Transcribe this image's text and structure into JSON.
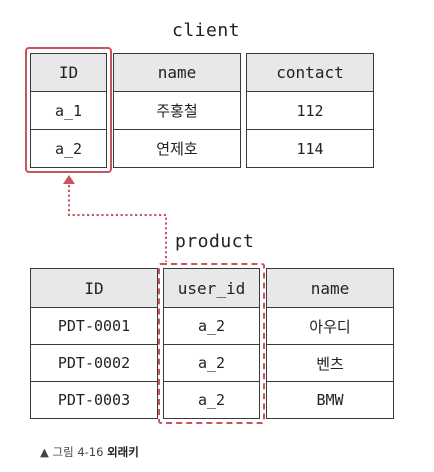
{
  "client": {
    "title": "client",
    "headers": [
      "ID",
      "name",
      "contact"
    ],
    "rows": [
      [
        "a_1",
        "주홍철",
        "112"
      ],
      [
        "a_2",
        "연제호",
        "114"
      ]
    ]
  },
  "product": {
    "title": "product",
    "headers": [
      "ID",
      "user_id",
      "name"
    ],
    "rows": [
      [
        "PDT-0001",
        "a_2",
        "아우디"
      ],
      [
        "PDT-0002",
        "a_2",
        "벤츠"
      ],
      [
        "PDT-0003",
        "a_2",
        "BMW"
      ]
    ]
  },
  "colors": {
    "highlight": "#c9545c",
    "header_fill": "#e8e8e8",
    "border": "#3a3a3a"
  },
  "caption": {
    "marker": "▲",
    "prefix": "그림 4-16",
    "label": "외래키"
  }
}
